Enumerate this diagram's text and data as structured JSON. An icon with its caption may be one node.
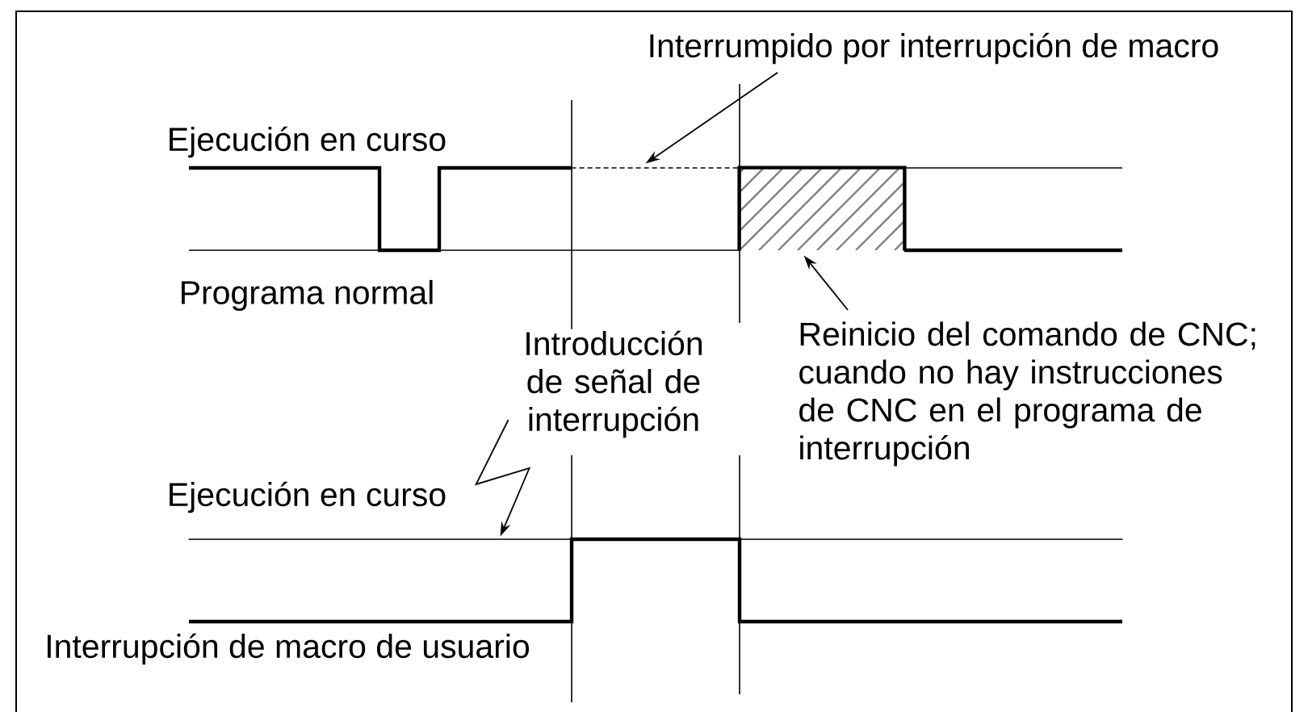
{
  "diagram": {
    "nodes": [
      {
        "text": [
          "Interrumpido por interrupción de macro"
        ]
      },
      {
        "text": [
          "Reinicio del comando de CNC; cuando no hay instrucciones de CNC en el programa de interrupción"
        ]
      },
      {
        "text": [],
        "shape": "box"
      },
      {
        "text": [
          "Introducción de señal de interrupción"
        ]
      },
      {
        "text": [],
        "shape": "line"
      },
      {
        "text": [],
        "shape": "line"
      }
    ],
    "edges": [
      {
        "from": 0,
        "to": 4,
        "arrow": "to"
      },
      {
        "from": 1,
        "to": 2,
        "arrow": "to"
      },
      {
        "from": 3,
        "to": 5,
        "arrow": "to"
      }
    ],
    "labels": [
      "Ejecución en curso",
      "Programa normal",
      "Ejecución en curso",
      "Interrupción de macro de usuario"
    ]
  }
}
